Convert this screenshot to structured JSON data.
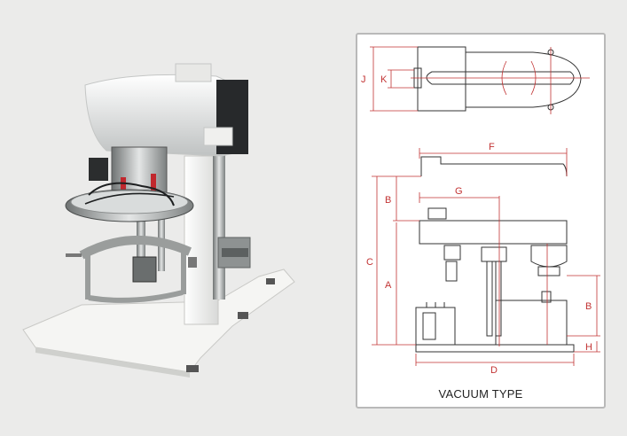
{
  "drawing": {
    "caption": "VACUUM TYPE",
    "dimensions": {
      "A": "A",
      "B": "B",
      "C": "C",
      "D": "D",
      "F": "F",
      "G": "G",
      "H": "H",
      "J": "J",
      "K": "K"
    }
  },
  "colors": {
    "background": "#ebebea",
    "panel_border": "#b9b9b9",
    "dimension_lines": "#c23333",
    "machine_body": "#f3f3f1",
    "line_drawing": "#333333"
  }
}
